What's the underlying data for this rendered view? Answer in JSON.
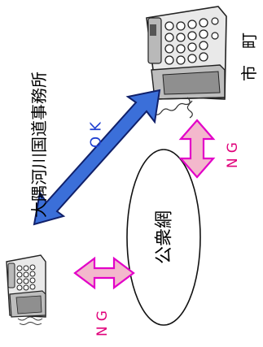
{
  "labels": {
    "office": "大隅河川国道事務所",
    "town": "市　町",
    "ok": "OK",
    "ng_top": "NG",
    "ng_bottom": "NG",
    "network": "公衆網"
  },
  "colors": {
    "ok_arrow_fill": "#3b6fd9",
    "ok_arrow_stroke": "#10206a",
    "ok_text": "#1f3fd0",
    "ng_arrow_fill": "#f3b8cc",
    "ng_arrow_stroke": "#e200c8",
    "ng_text": "#e0007a"
  }
}
